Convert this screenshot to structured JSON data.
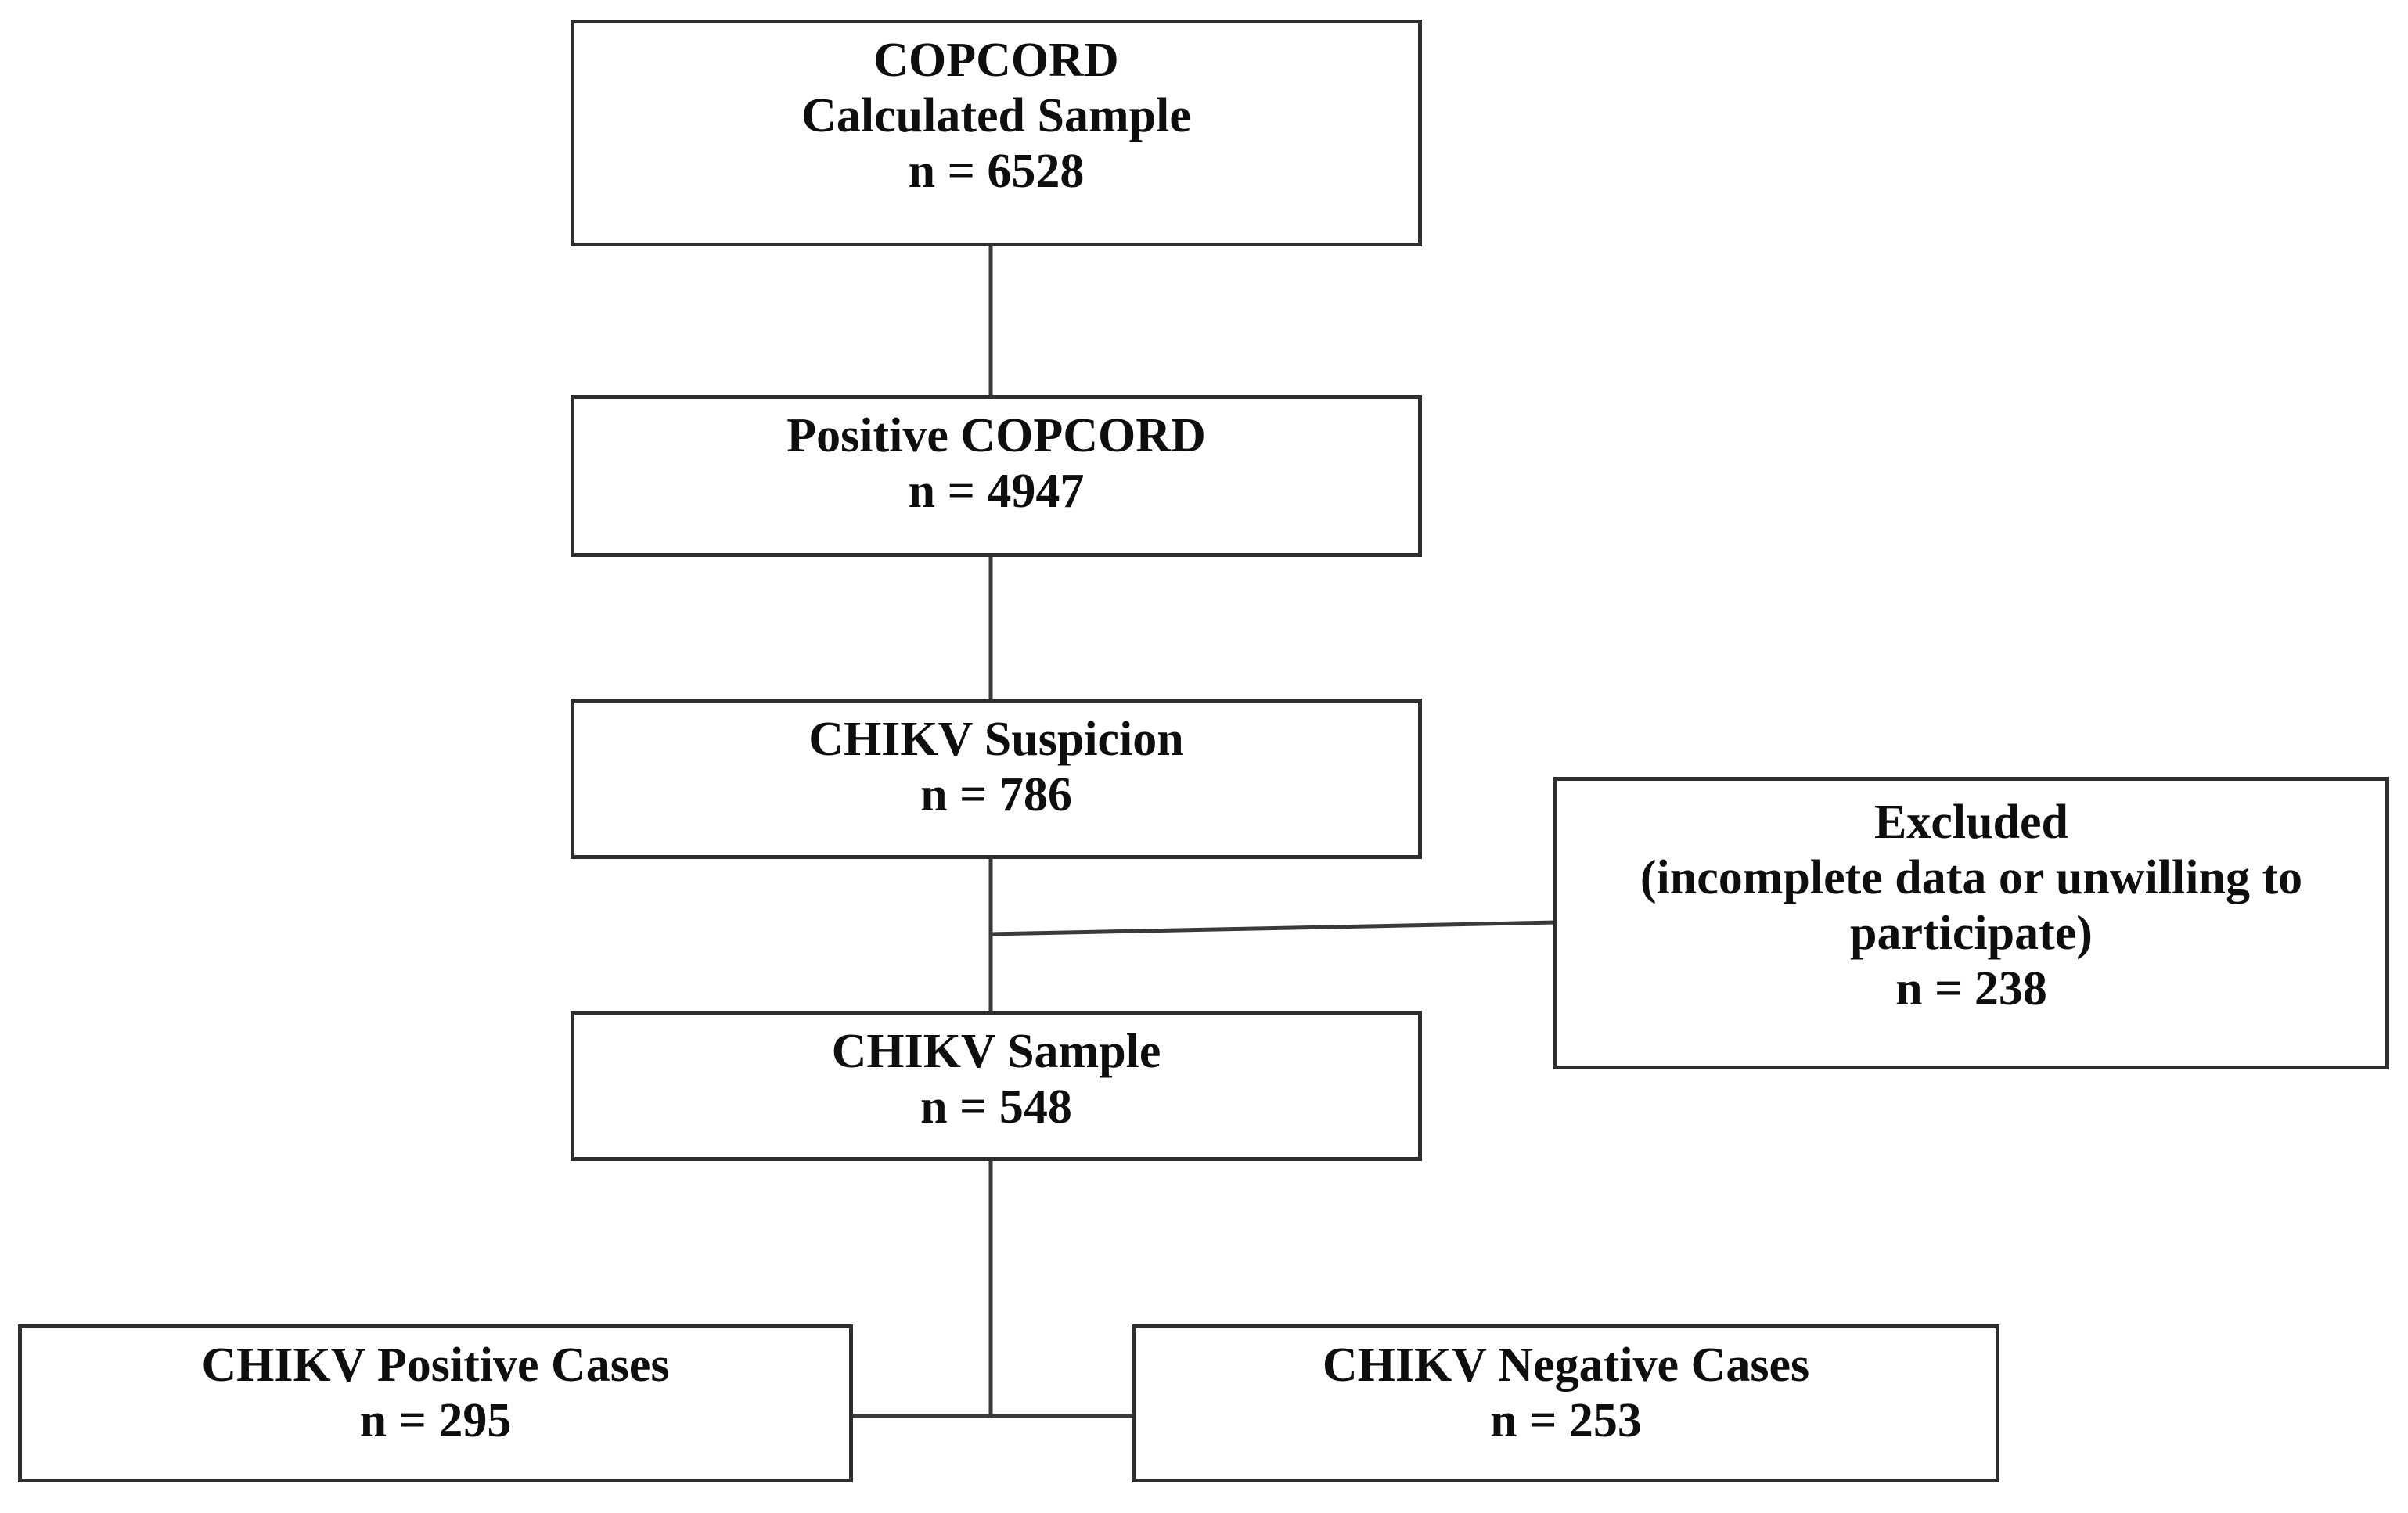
{
  "diagram": {
    "type": "flowchart",
    "description": "COPCORD / CHIKV study participant flow diagram",
    "background_color": "#ffffff",
    "box_border_color": "#2e2e2e",
    "connector_color": "#3a3a3a",
    "text_color": "#0e0e0e"
  },
  "nodes": [
    {
      "id": "copcord-calculated-sample",
      "lines": [
        "COPCORD",
        "Calculated Sample",
        "n = 6528"
      ],
      "n": 6528
    },
    {
      "id": "positive-copcord",
      "lines": [
        "Positive COPCORD",
        "n = 4947"
      ],
      "n": 4947
    },
    {
      "id": "chikv-suspicion",
      "lines": [
        "CHIKV Suspicion",
        "n = 786"
      ],
      "n": 786
    },
    {
      "id": "excluded",
      "lines": [
        "Excluded",
        "(incomplete data or unwilling to participate)",
        "n = 238"
      ],
      "n": 238
    },
    {
      "id": "chikv-sample",
      "lines": [
        "CHIKV Sample",
        "n = 548"
      ],
      "n": 548
    },
    {
      "id": "chikv-positive-cases",
      "lines": [
        "CHIKV Positive Cases",
        "n = 295"
      ],
      "n": 295
    },
    {
      "id": "chikv-negative-cases",
      "lines": [
        "CHIKV Negative Cases",
        "n = 253"
      ],
      "n": 253
    }
  ],
  "edges": [
    {
      "from": "copcord-calculated-sample",
      "to": "positive-copcord"
    },
    {
      "from": "positive-copcord",
      "to": "chikv-suspicion"
    },
    {
      "from": "chikv-suspicion",
      "to": "chikv-sample"
    },
    {
      "from": "chikv-suspicion",
      "to": "excluded"
    },
    {
      "from": "chikv-sample",
      "to": "chikv-positive-cases"
    },
    {
      "from": "chikv-sample",
      "to": "chikv-negative-cases"
    }
  ]
}
